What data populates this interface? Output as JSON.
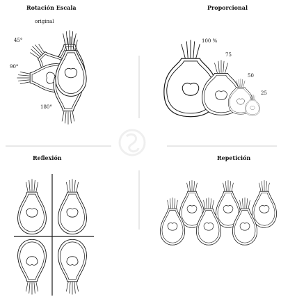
{
  "panels": {
    "rotation": {
      "title": "Rotación Escala",
      "labels": {
        "original": "original",
        "deg45": "45°",
        "deg90": "90°",
        "deg180": "180°"
      }
    },
    "proportional": {
      "title": "Proporcional",
      "labels": {
        "p100": "100 %",
        "p75": "75",
        "p50": "50",
        "p25": "25"
      }
    },
    "reflection": {
      "title": "Reflexión"
    },
    "repetition": {
      "title": "Repetición"
    }
  },
  "colors": {
    "line": "#1a1a1a",
    "divider": "#d0d0d0",
    "watermark": "#e6e6e6"
  },
  "icons": [
    "pear-fruit-icon",
    "watermark-logo-icon"
  ]
}
